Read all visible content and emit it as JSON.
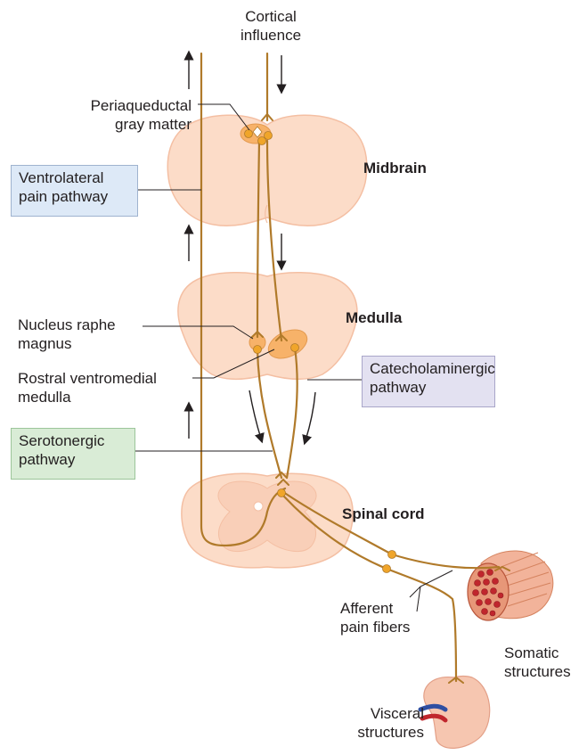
{
  "labels": {
    "cortical_influence": "Cortical\ninfluence",
    "periaqueductal": "Periaqueductal\ngray matter",
    "midbrain": "Midbrain",
    "medulla": "Medulla",
    "nucleus_raphe": "Nucleus raphe\nmagnus",
    "rostral_ventromedial": "Rostral ventromedial\nmedulla",
    "spinal_cord": "Spinal cord",
    "afferent_pain_fibers": "Afferent\npain fibers",
    "somatic_structures": "Somatic\nstructures",
    "visceral_structures": "Visceral\nstructures"
  },
  "boxes": {
    "ventrolateral": "Ventrolateral\npain pathway",
    "catecholaminergic": "Catecholaminergic\npathway",
    "serotonergic": "Serotonergic\npathway"
  },
  "colors": {
    "nerve_fiber": "#b07a2a",
    "brain_tissue": "#fcdcc8",
    "tissue_outline": "#f4bfa3",
    "nucleus": "#f7b269",
    "ventrolateral_box": "#dde9f7",
    "catecholaminergic_box": "#e3e1f1",
    "serotonergic_box": "#d9ecd6",
    "muscle": "#e79778",
    "kidney": "#f6c6b0",
    "vessel_red": "#c0262d",
    "vessel_blue": "#2f4fa2"
  }
}
